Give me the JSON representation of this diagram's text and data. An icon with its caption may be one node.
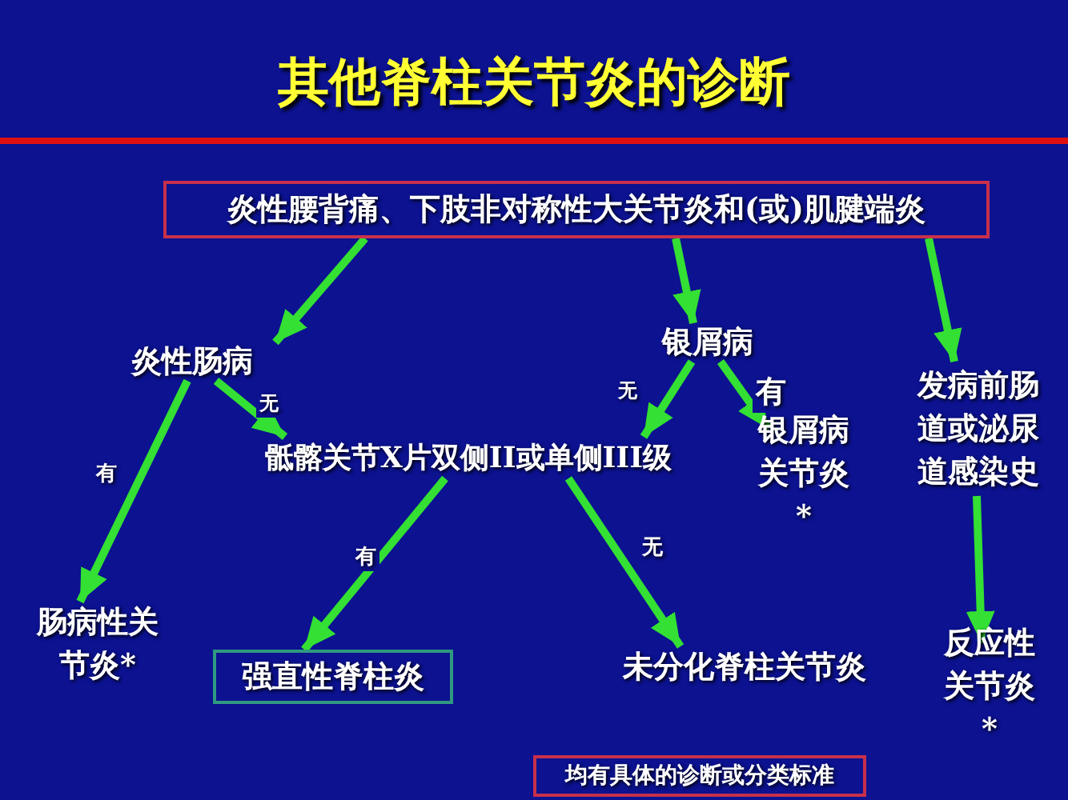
{
  "diagram": {
    "title": "其他脊柱关节炎的诊断",
    "nodes": [
      {
        "text": [
          "炎性腰背痛、下肢非对称性大关节炎和(或)肌腱端炎"
        ]
      },
      {
        "text": [
          "炎性肠病"
        ]
      },
      {
        "text": [
          "银屑病"
        ]
      },
      {
        "text": [
          "发病前肠道或泌尿道感染史"
        ]
      },
      {
        "text": [
          "骶髂关节X片双侧II或单侧III级"
        ]
      },
      {
        "text": [
          "银屑病关节炎*"
        ]
      },
      {
        "text": [
          "肠病性关节炎*"
        ]
      },
      {
        "text": [
          "强直性脊柱炎"
        ]
      },
      {
        "text": [
          "未分化脊柱关节炎"
        ]
      },
      {
        "text": [
          "反应性关节炎*"
        ]
      },
      {
        "text": [
          "均有具体的诊断或分类标准"
        ]
      }
    ],
    "edges": [
      {
        "from": 0,
        "to": 1,
        "arrow": "to"
      },
      {
        "from": 0,
        "to": 2,
        "arrow": "to"
      },
      {
        "from": 0,
        "to": 3,
        "arrow": "to"
      },
      {
        "from": 1,
        "to": 6,
        "arrow": "to",
        "label": "有"
      },
      {
        "from": 1,
        "to": 4,
        "arrow": "to",
        "label": "无"
      },
      {
        "from": 2,
        "to": 4,
        "arrow": "to",
        "label": "无"
      },
      {
        "from": 2,
        "to": 5,
        "arrow": "to",
        "label": "有"
      },
      {
        "from": 4,
        "to": 7,
        "arrow": "to",
        "label": "有"
      },
      {
        "from": 4,
        "to": 8,
        "arrow": "to",
        "label": "无"
      },
      {
        "from": 3,
        "to": 9,
        "arrow": "to"
      }
    ]
  }
}
